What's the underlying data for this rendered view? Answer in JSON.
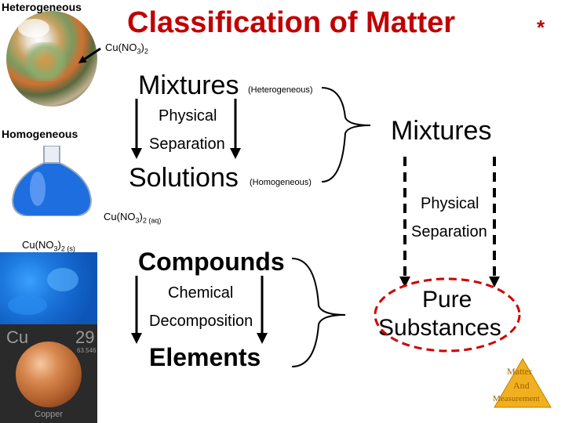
{
  "title": "Classification of Matter",
  "star": "*",
  "labels": {
    "heterogeneous": "Heterogeneous",
    "homogeneous": "Homogeneous"
  },
  "formulas": {
    "cu_no3_2": {
      "base": "Cu(NO",
      "sub1": "3",
      "close": ")",
      "sub2": "2"
    },
    "cu_no3_2_aq": {
      "base": "Cu(NO",
      "sub1": "3",
      "close": ")",
      "sub2": "2 (aq)"
    },
    "cu_no3_2_s": {
      "base": "Cu(NO",
      "sub1": "3",
      "close": ")",
      "sub2": "2 (s)"
    }
  },
  "left_column": {
    "mixtures": "Mixtures",
    "mixtures_note": "(Heterogeneous)",
    "physical": "Physical",
    "separation": "Separation",
    "solutions": "Solutions",
    "solutions_note": "(Homogeneous)",
    "compounds": "Compounds",
    "chemical": "Chemical",
    "decomposition": "Decomposition",
    "elements": "Elements"
  },
  "right_column": {
    "mixtures": "Mixtures",
    "physical": "Physical",
    "separation": "Separation",
    "pure": "Pure",
    "substances": "Substances"
  },
  "element_tile": {
    "symbol": "Cu",
    "number": "29",
    "mass": "63.546",
    "name": "Copper"
  },
  "nav_badge": {
    "line1": "Matter",
    "line2": "And",
    "line3": "Measurement"
  },
  "colors": {
    "title": "#c00000",
    "dashed_ellipse": "#d00000",
    "badge_fill": "#f0b020"
  }
}
